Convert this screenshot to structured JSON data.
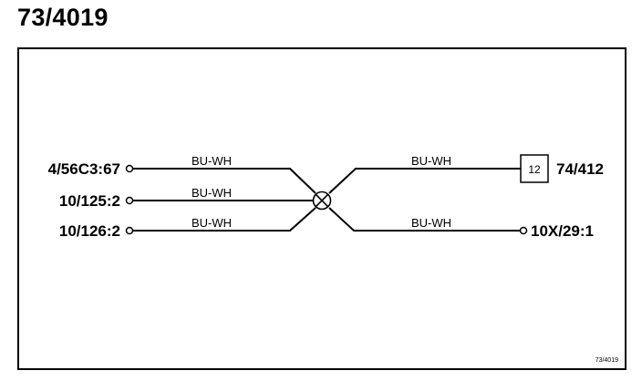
{
  "title": "73/4019",
  "footer_ref": "73/4019",
  "splice": {
    "left": [
      {
        "terminal": "4/56C3:67",
        "wire": "BU-WH"
      },
      {
        "terminal": "10/125:2",
        "wire": "BU-WH"
      },
      {
        "terminal": "10/126:2",
        "wire": "BU-WH"
      }
    ],
    "right": [
      {
        "terminal": "74/412",
        "connector_pin": "12",
        "wire": "BU-WH"
      },
      {
        "terminal": "10X/29:1",
        "wire": "BU-WH"
      }
    ]
  },
  "icons": {
    "splice_node": "crossed-circle-splice-icon",
    "terminal": "small-open-circle-terminal-icon",
    "connector": "square-connector-pin-icon"
  }
}
